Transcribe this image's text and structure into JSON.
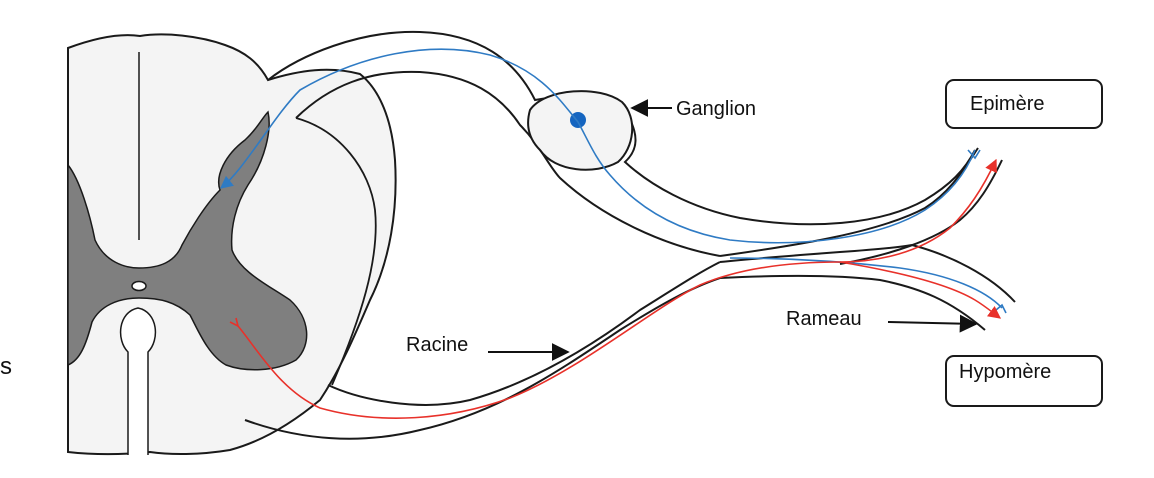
{
  "diagram": {
    "labels": {
      "ganglion": "Ganglion",
      "racine": "Racine",
      "rameau": "Rameau",
      "epimere": "Epimère",
      "hypomere": "Hypomère",
      "edge_fragment": "s"
    },
    "colors": {
      "outline": "#1a1a1a",
      "cord_fill": "#f2f2f2",
      "grey_matter": "#7f7f7f",
      "sensory_neuron": "#2f7bc4",
      "motor_neuron": "#e8312a",
      "ganglion_cell": "#1565c0",
      "label_box_stroke": "#1a1a1a"
    }
  }
}
